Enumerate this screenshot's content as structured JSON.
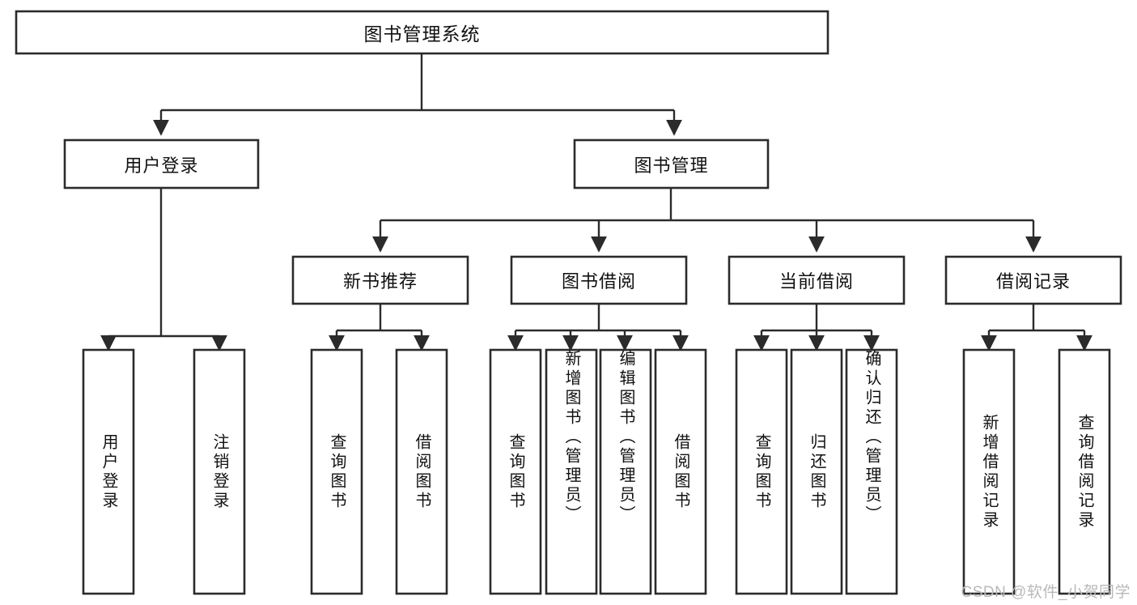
{
  "diagram": {
    "type": "tree",
    "title": "图书管理系统",
    "watermark": "CSDN @软件_小贺同学",
    "colors": {
      "box_stroke": "#2b2b2b",
      "box_fill": "#ffffff",
      "connector": "#2b2b2b",
      "text": "#111111",
      "watermark": "#b9b9b9",
      "background": "#ffffff"
    },
    "levels": {
      "root": {
        "label": "图书管理系统"
      },
      "level2": [
        {
          "label": "用户登录"
        },
        {
          "label": "图书管理"
        }
      ],
      "level3": [
        {
          "label": "新书推荐"
        },
        {
          "label": "图书借阅"
        },
        {
          "label": "当前借阅"
        },
        {
          "label": "借阅记录"
        }
      ]
    },
    "leaves": {
      "user_login": [
        {
          "label": "用户登录"
        },
        {
          "label": "注销登录"
        }
      ],
      "new_book_recommend": [
        {
          "label": "查询图书"
        },
        {
          "label": "借阅图书"
        }
      ],
      "book_borrow": [
        {
          "label": "查询图书"
        },
        {
          "label": "新增图书（管理员）"
        },
        {
          "label": "编辑图书（管理员）"
        },
        {
          "label": "借阅图书"
        }
      ],
      "current_borrow": [
        {
          "label": "查询图书"
        },
        {
          "label": "归还图书"
        },
        {
          "label": "确认归还（管理员）"
        }
      ],
      "borrow_record": [
        {
          "label": "新增借阅记录"
        },
        {
          "label": "查询借阅记录"
        }
      ]
    }
  }
}
